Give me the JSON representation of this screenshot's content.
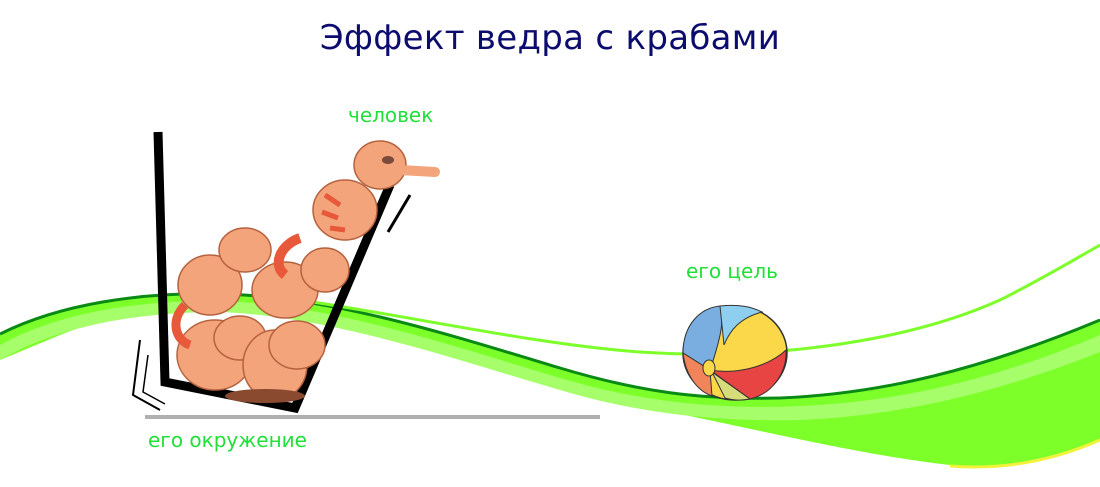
{
  "title": "Эффект ведра с крабами",
  "labels": {
    "person": "человек",
    "goal": "его цель",
    "environment": "его окружение"
  },
  "colors": {
    "title": "#0c0c6e",
    "label": "#22e03a",
    "wave_main": "#7dff2a",
    "wave_highlight": "#a6ff6a",
    "wave_dark_edge": "#0a8a14",
    "wave_thin_line": "#7dff2a",
    "wave_bottom_edge": "#f2f23a",
    "bucket": "#000000",
    "ground_line": "#b0b0b0",
    "cat_body": "#f4a47a",
    "cat_stripe": "#e8583a",
    "ball_blue": "#7aaee0",
    "ball_lightblue": "#8ecff0",
    "ball_yellow": "#fbd84a",
    "ball_red": "#e84444",
    "ball_orange": "#f0845a",
    "ball_olive": "#d6dc7a"
  },
  "elements": {
    "bucket": "bucket-icon",
    "cats": "cat-stack-illustration",
    "ball": "beach-ball-icon",
    "wave": "green-wave-decoration"
  }
}
